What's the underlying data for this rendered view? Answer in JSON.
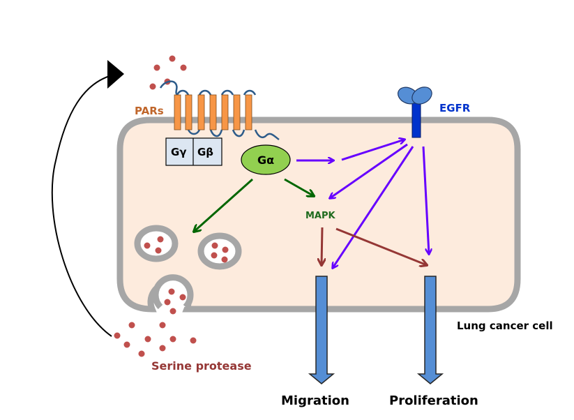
{
  "labels": {
    "pars": "PARs",
    "egfr": "EGFR",
    "g_gamma": "Gγ",
    "g_beta": "Gβ",
    "g_alpha": "Gα",
    "mapk": "MAPK",
    "serine_protease": "Serine protease",
    "lung_cancer_cell": "Lung cancer cell",
    "migration": "Migration",
    "proliferation": "Proliferation"
  },
  "colors": {
    "cell_fill": "#fdebdd",
    "membrane": "#a6a6a6",
    "protease_dot": "#c0504d",
    "par_helix": "#f79646",
    "par_loop": "#2e5c8a",
    "g_box": "#dce6f2",
    "g_alpha_fill": "#92d050",
    "egfr_head": "#558ed5",
    "egfr_stem": "#0033cc",
    "purple_arrow": "#6600ff",
    "green_arrow": "#006600",
    "brown_arrow": "#953735",
    "outcome_arrow": "#558ed5",
    "pars_text": "#c0662b",
    "egfr_text": "#0033cc",
    "mapk_text": "#1e6b1e",
    "serine_text": "#953735",
    "black": "#000000"
  }
}
